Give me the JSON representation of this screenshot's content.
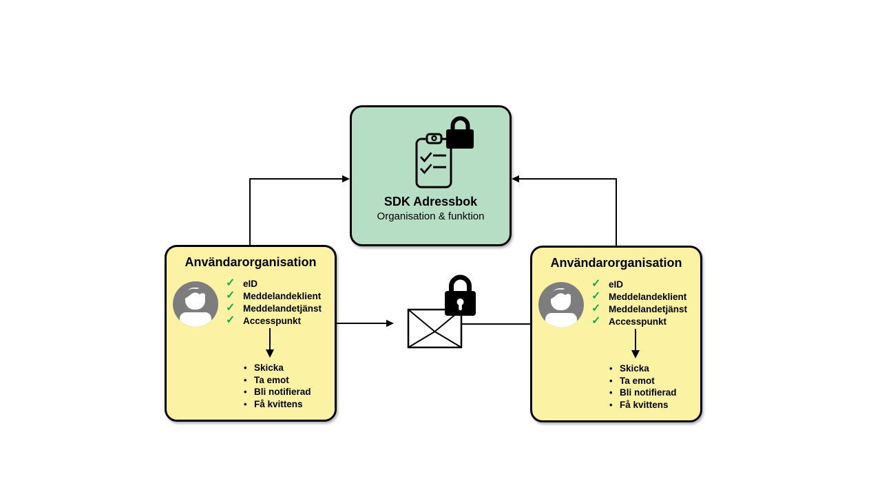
{
  "address_book": {
    "title": "SDK Adressbok",
    "subtitle": "Organisation & funktion"
  },
  "org_left": {
    "title": "Användarorganisation",
    "capabilities": [
      "eID",
      "Meddelandeklient",
      "Meddelandetjänst",
      "Accesspunkt"
    ],
    "actions": [
      "Skicka",
      "Ta emot",
      "Bli notifierad",
      "Få kvittens"
    ]
  },
  "org_right": {
    "title": "Användarorganisation",
    "capabilities": [
      "eID",
      "Meddelandeklient",
      "Meddelandetjänst",
      "Accesspunkt"
    ],
    "actions": [
      "Skicka",
      "Ta emot",
      "Bli notifierad",
      "Få kvittens"
    ]
  },
  "glyphs": {
    "check": "✓",
    "bullet": "•"
  },
  "colors": {
    "canvas_bg": "#FFFFFF",
    "address_book_bg": "#B5DEC4",
    "org_bg": "#FBF2A3",
    "check_green": "#17A94E",
    "person_gray": "#7D7D7D",
    "outline": "#000000"
  }
}
